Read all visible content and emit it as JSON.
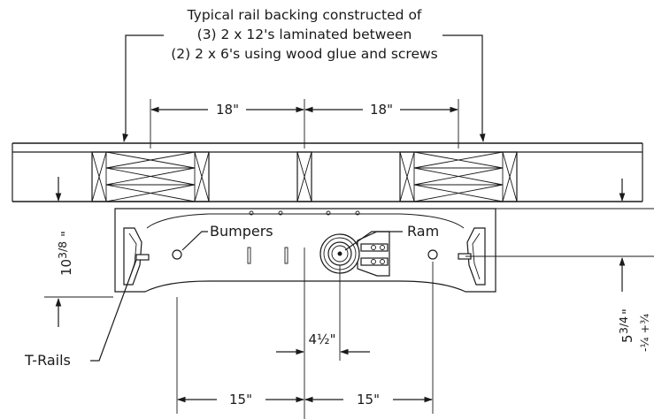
{
  "caption": {
    "line1": "Typical rail backing constructed of",
    "line2": "(3) 2 x 12's laminated between",
    "line3": "(2) 2 x 6's using wood glue and screws"
  },
  "dimensions": {
    "spacing_left": "18\"",
    "spacing_right": "18\"",
    "height_whole": "10",
    "height_frac": "3/8",
    "height_inch": "\"",
    "ram_offset": "4½\"",
    "bumper_left": "15\"",
    "bumper_right": "15\"",
    "rail_whole": "5",
    "rail_frac": "3/4",
    "rail_inch": "\"",
    "rail_tolerance": "-¼ +¾"
  },
  "labels": {
    "bumpers": "Bumpers",
    "ram": "Ram",
    "t_rails": "T-Rails"
  }
}
